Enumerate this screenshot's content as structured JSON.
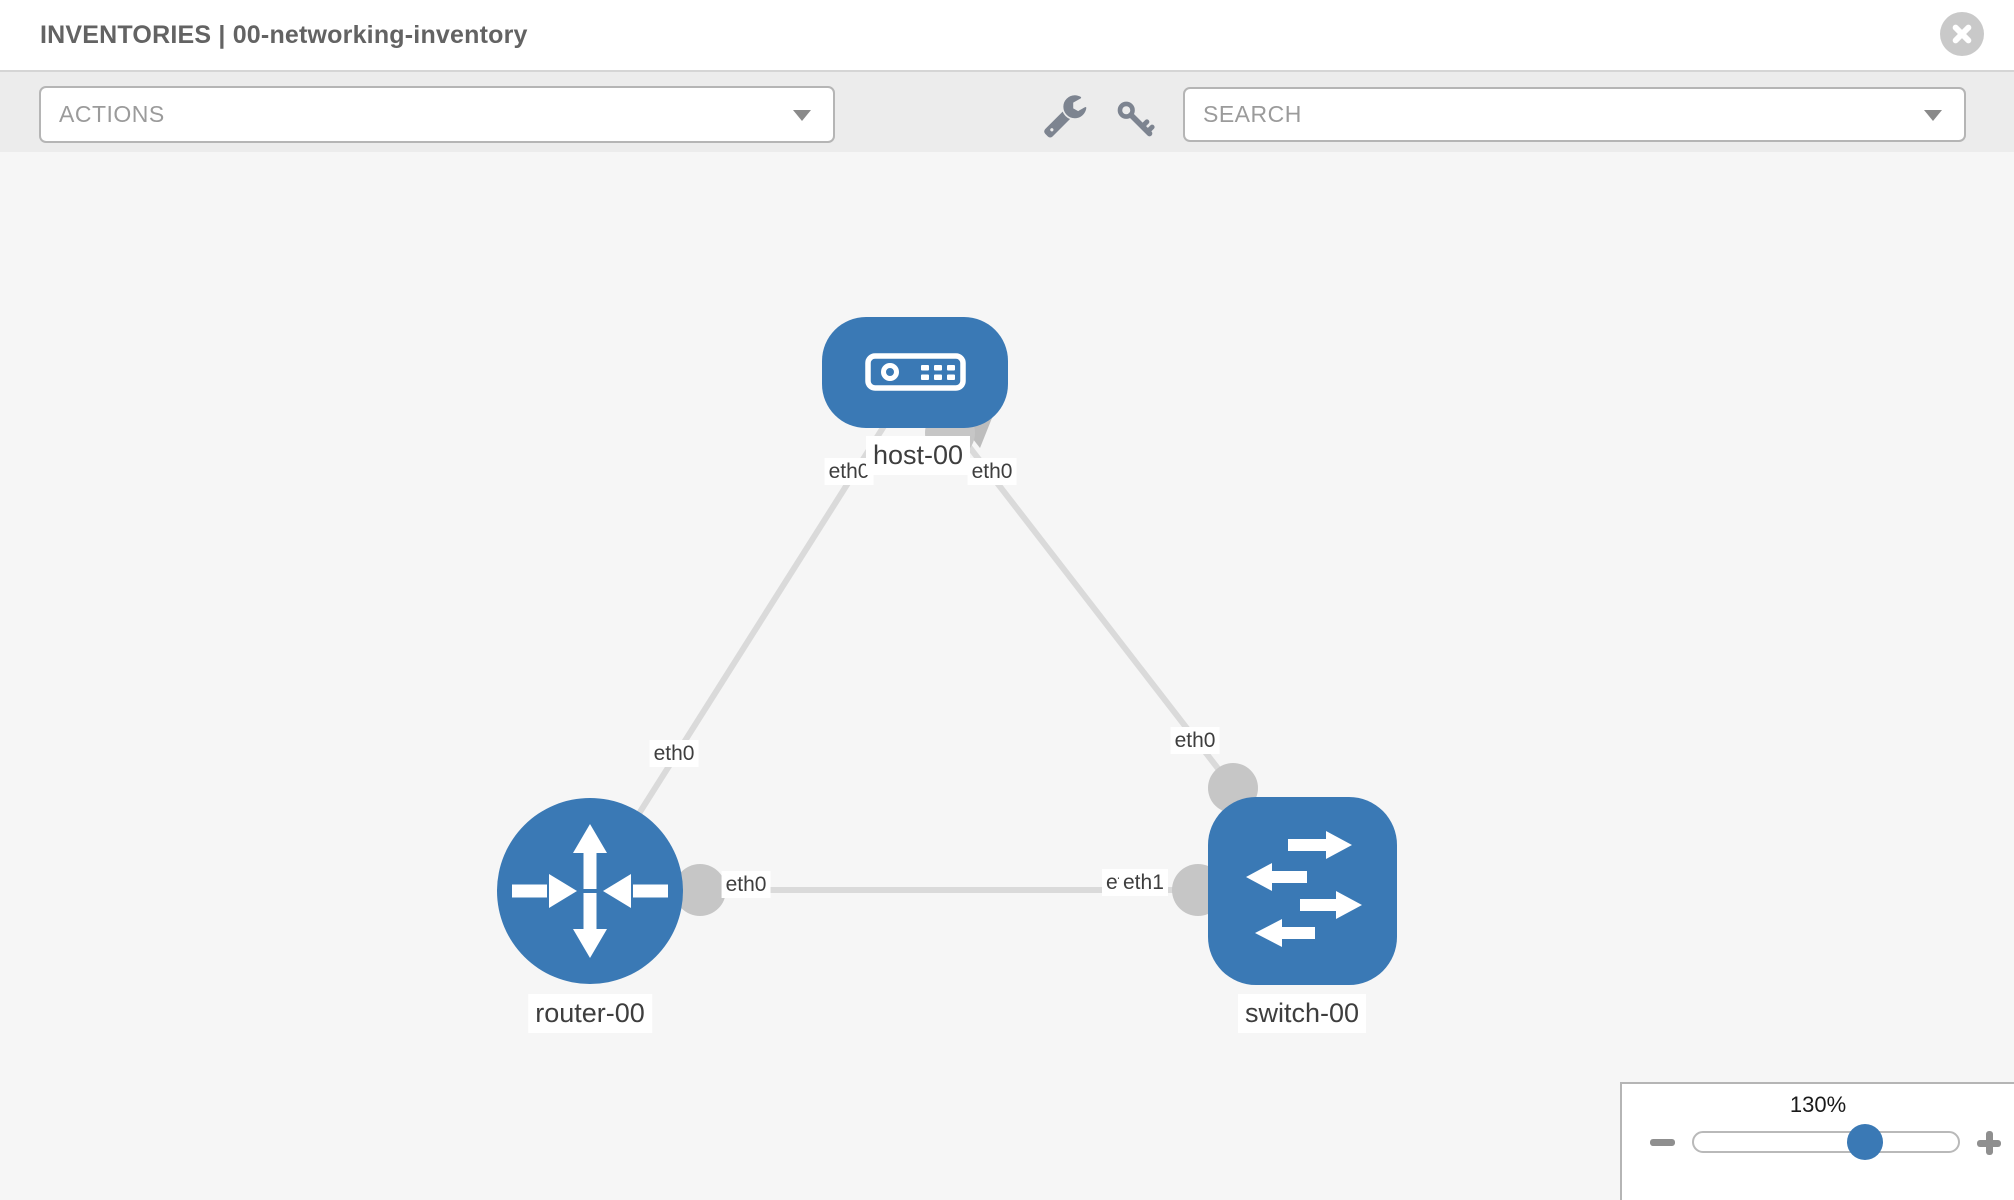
{
  "window": {
    "title": "INVENTORIES | 00-networking-inventory",
    "close_icon": "circled-x"
  },
  "toolbar": {
    "actions_dropdown": {
      "placeholder": "ACTIONS",
      "caret_icon": "caret-down"
    },
    "wrench_icon": "wrench",
    "key_icon": "key",
    "search_dropdown": {
      "placeholder": "SEARCH",
      "caret_icon": "caret-down"
    }
  },
  "topology": {
    "nodes": [
      {
        "id": "host-00",
        "type": "host",
        "label": "host-00",
        "icon": "server-face"
      },
      {
        "id": "router-00",
        "type": "router",
        "label": "router-00",
        "icon": "router-arrows"
      },
      {
        "id": "switch-00",
        "type": "switch",
        "label": "switch-00",
        "icon": "switch-arrows"
      }
    ],
    "links": [
      {
        "from": "host-00",
        "to": "router-00",
        "from_iface": "eth0",
        "to_iface": "eth0"
      },
      {
        "from": "host-00",
        "to": "switch-00",
        "from_iface": "eth0",
        "to_iface": "eth0"
      },
      {
        "from": "router-00",
        "to": "switch-00",
        "from_iface": "eth0",
        "to_iface": "eth1",
        "to_iface_hidden_behind": "eth0"
      }
    ]
  },
  "zoom_control": {
    "level": "130%",
    "slider_value": 130,
    "minus_icon": "minus",
    "plus_icon": "plus"
  },
  "colors": {
    "node_blue": "#3a79b5",
    "link_gray": "#dadada",
    "port_gray": "#c6c6c6",
    "toolbar_bg": "#ececec",
    "canvas_bg": "#f6f6f6",
    "header_text": "#636363"
  }
}
